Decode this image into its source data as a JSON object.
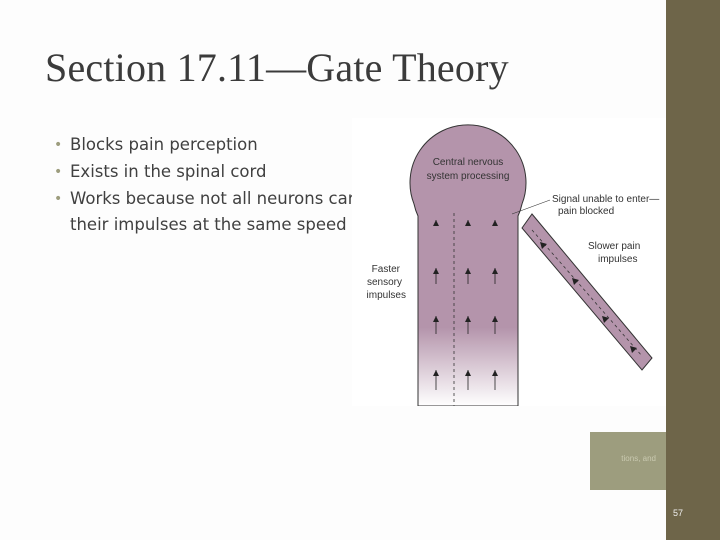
{
  "slide": {
    "title": "Section 17.11—Gate Theory",
    "bullets": [
      "Blocks pain perception",
      "Exists in the spinal cord",
      "Works because not all neurons carry their impulses at the same speed"
    ],
    "page_number": "57",
    "footer_text": "tions, and"
  },
  "diagram": {
    "head_label_line1": "Central nervous",
    "head_label_line2": "system processing",
    "blocked_label_line1": "Signal unable to enter—",
    "blocked_label_line2": "pain blocked",
    "slower_label_line1": "Slower pain",
    "slower_label_line2": "impulses",
    "faster_label_line1": "Faster",
    "faster_label_line2": "sensory",
    "faster_label_line3": "impulses"
  },
  "colors": {
    "accent_bar": "#6e6549",
    "footer_bar": "#9d9d7e",
    "spinal_fill": "#b494ab"
  }
}
